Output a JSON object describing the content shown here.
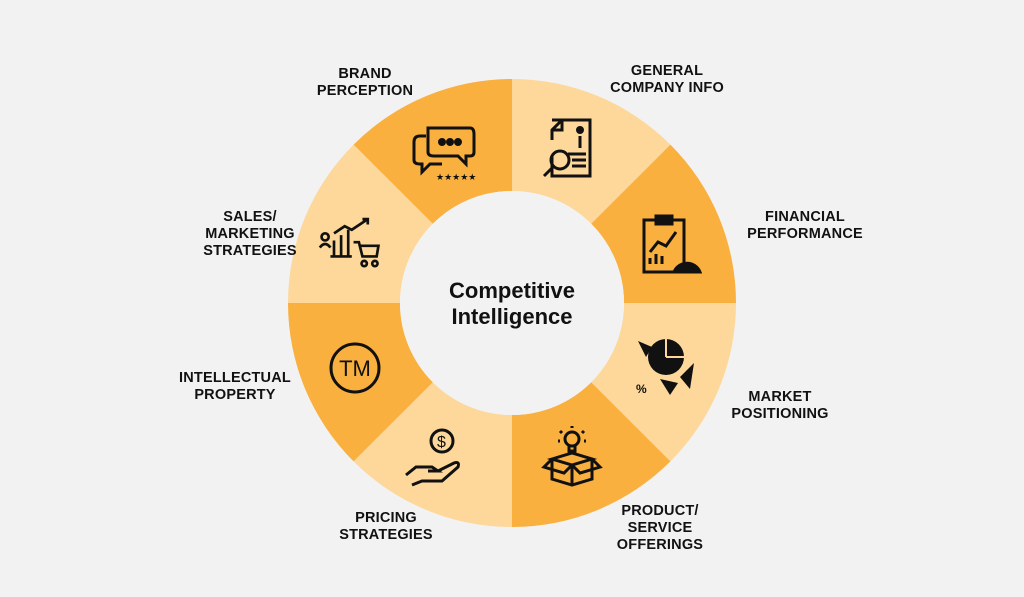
{
  "title": [
    "Competitive",
    "Intelligence"
  ],
  "colors": {
    "background": "#F2F2F2",
    "dark": "#F9B03F",
    "light": "#FDD89A",
    "center": "#F2F2F2",
    "ink": "#111111"
  },
  "segments": [
    {
      "label": [
        "GENERAL",
        "COMPANY INFO"
      ],
      "icon": "document-info-icon",
      "tone": "light"
    },
    {
      "label": [
        "FINANCIAL",
        "PERFORMANCE"
      ],
      "icon": "financial-report-icon",
      "tone": "dark"
    },
    {
      "label": [
        "MARKET",
        "POSITIONING"
      ],
      "icon": "pie-hands-icon",
      "tone": "light"
    },
    {
      "label": [
        "PRODUCT/",
        "SERVICE",
        "OFFERINGS"
      ],
      "icon": "box-lightbulb-icon",
      "tone": "dark"
    },
    {
      "label": [
        "PRICING",
        "STRATEGIES"
      ],
      "icon": "hand-coin-icon",
      "tone": "light"
    },
    {
      "label": [
        "INTELLECTUAL",
        "PROPERTY"
      ],
      "icon": "trademark-icon",
      "tone": "dark"
    },
    {
      "label": [
        "SALES/",
        "MARKETING",
        "STRATEGIES"
      ],
      "icon": "sales-chart-cart-icon",
      "tone": "light"
    },
    {
      "label": [
        "BRAND",
        "PERCEPTION"
      ],
      "icon": "chat-rating-icon",
      "tone": "dark"
    }
  ],
  "icon_text": {
    "trademark": "TM",
    "percent": "%",
    "dollar": "$"
  }
}
